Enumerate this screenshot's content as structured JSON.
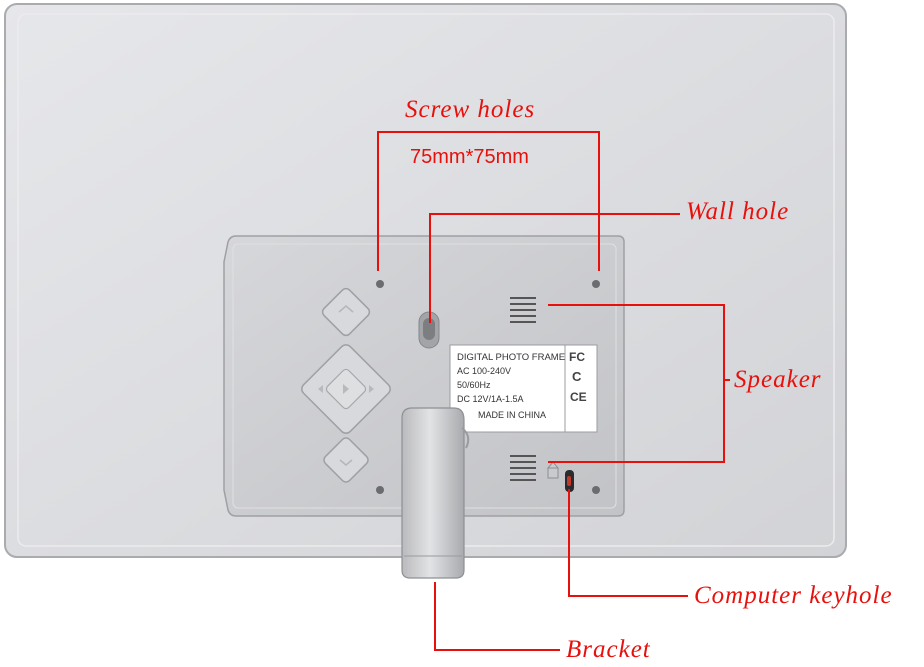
{
  "callouts": {
    "screw_holes": "Screw holes",
    "screw_size": "75mm*75mm",
    "wall_hole": "Wall hole",
    "speaker": "Speaker",
    "computer_keyhole": "Computer keyhole",
    "bracket": "Bracket"
  },
  "label_plate": {
    "title": "DIGITAL PHOTO FRAME",
    "input_ac": "AC 100-240V",
    "frequency": "50/60Hz",
    "output_dc": "DC 12V/1A-1.5A",
    "origin": "MADE IN CHINA",
    "marks": [
      "FC",
      "C",
      "CE"
    ]
  },
  "colors": {
    "callout_red": "#e8100c",
    "frame_silver": "#dcdde0",
    "panel_silver": "#c9cacd"
  },
  "icons": [
    "menu-button-icon",
    "direction-pad-icon",
    "exit-button-icon",
    "screw-hole-icon",
    "speaker-grille-icon",
    "keyhole-icon"
  ]
}
